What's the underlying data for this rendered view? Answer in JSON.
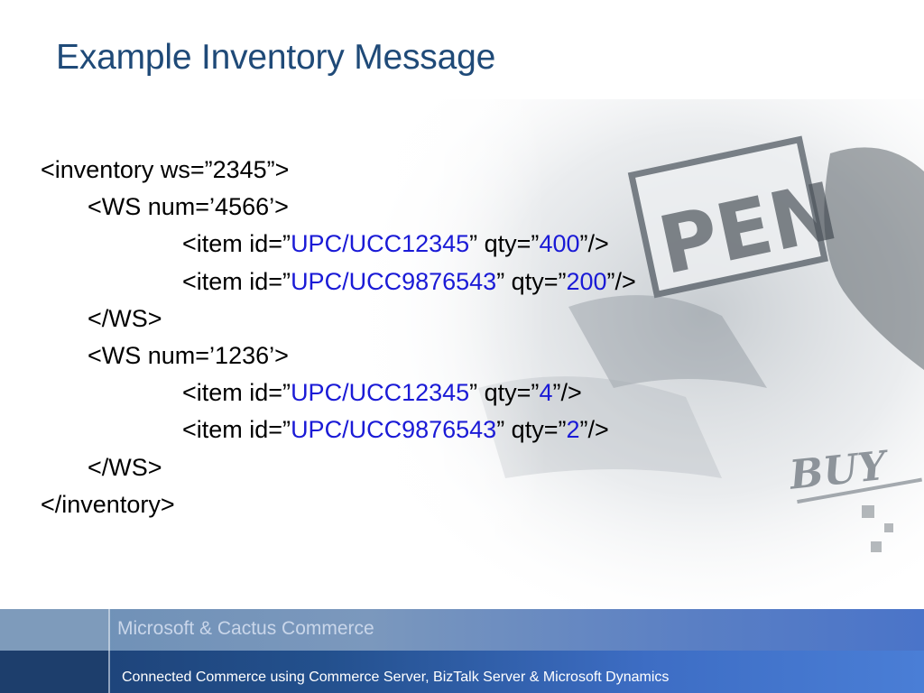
{
  "slide": {
    "title": "Example Inventory Message",
    "background_image": "faded-storefront-photo"
  },
  "code_lines": [
    {
      "segments": [
        {
          "text": "<inventory ws=”2345”>",
          "hl": false
        }
      ]
    },
    {
      "segments": [
        {
          "text": "<WS num=’4566’>",
          "hl": false
        }
      ]
    },
    {
      "segments": [
        {
          "text": "<item id=”",
          "hl": false
        },
        {
          "text": "UPC/UCC12345",
          "hl": true
        },
        {
          "text": "” qty=”",
          "hl": false
        },
        {
          "text": "400",
          "hl": true
        },
        {
          "text": "”/>",
          "hl": false
        }
      ]
    },
    {
      "segments": [
        {
          "text": "<item id=”",
          "hl": false
        },
        {
          "text": "UPC/UCC9876543",
          "hl": true
        },
        {
          "text": "” qty=”",
          "hl": false
        },
        {
          "text": "200",
          "hl": true
        },
        {
          "text": "”/>",
          "hl": false
        }
      ]
    },
    {
      "segments": [
        {
          "text": "</WS>",
          "hl": false
        }
      ]
    },
    {
      "segments": [
        {
          "text": "<WS num=’1236’>",
          "hl": false
        }
      ]
    },
    {
      "segments": [
        {
          "text": "<item id=”",
          "hl": false
        },
        {
          "text": "UPC/UCC12345",
          "hl": true
        },
        {
          "text": "” qty=”",
          "hl": false
        },
        {
          "text": "4",
          "hl": true
        },
        {
          "text": "”/>",
          "hl": false
        }
      ]
    },
    {
      "segments": [
        {
          "text": "<item id=”",
          "hl": false
        },
        {
          "text": "UPC/UCC9876543",
          "hl": true
        },
        {
          "text": "” qty=”",
          "hl": false
        },
        {
          "text": "2",
          "hl": true
        },
        {
          "text": "”/>",
          "hl": false
        }
      ]
    },
    {
      "segments": [
        {
          "text": "</WS>",
          "hl": false
        }
      ]
    },
    {
      "segments": [
        {
          "text": "</inventory>",
          "hl": false
        }
      ]
    }
  ],
  "footer": {
    "company": "Microsoft & Cactus Commerce",
    "tagline": "Connected Commerce using Commerce Server, BizTalk Server & Microsoft Dynamics"
  },
  "colors": {
    "title": "#1f4a78",
    "highlight": "#1a1ad6",
    "footer_band_top": "#7b98bd",
    "footer_band_bottom": "#23508d"
  }
}
